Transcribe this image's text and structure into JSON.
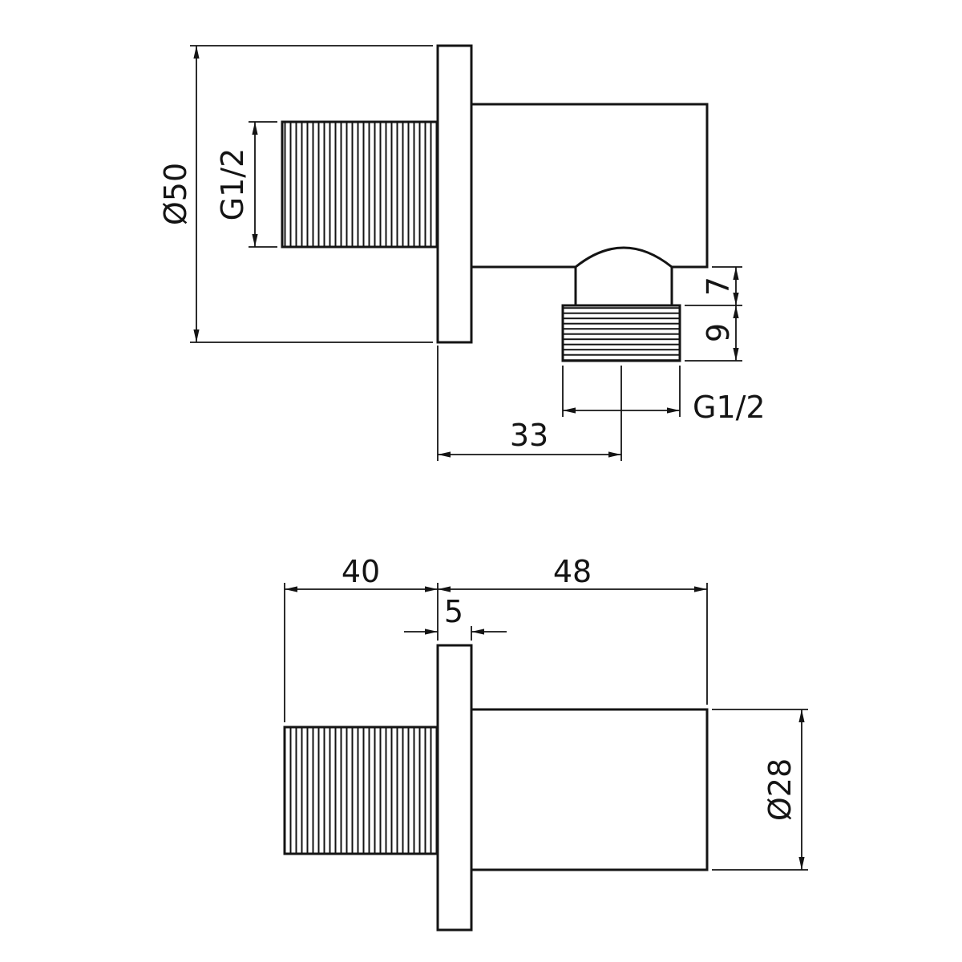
{
  "page": {
    "background": "#ffffff",
    "line_color": "#141414"
  },
  "side_view": {
    "dims": {
      "flange_diameter": "Ø50",
      "inlet_thread": "G1/2",
      "neck_height": "7",
      "outlet_thread_length": "9",
      "outlet_thread": "G1/2",
      "outlet_offset": "33"
    }
  },
  "plan_view": {
    "dims": {
      "inlet_length": "40",
      "body_length": "48",
      "flange_thickness": "5",
      "body_diameter": "Ø28"
    }
  }
}
